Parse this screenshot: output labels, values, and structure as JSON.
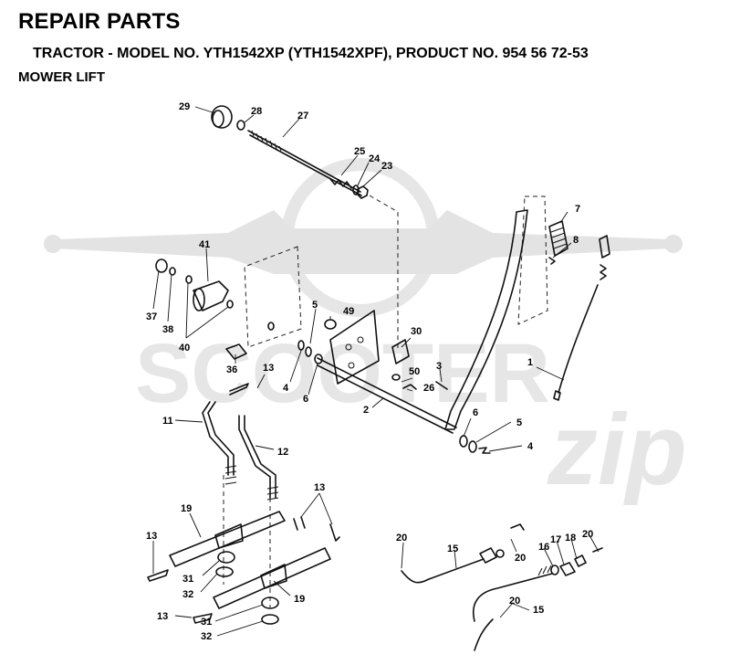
{
  "header": {
    "title": "REPAIR PARTS",
    "subtitle": "TRACTOR - MODEL NO. YTH1542XP (YTH1542XPF), PRODUCT NO. 954 56 72-53",
    "section": "MOWER LIFT"
  },
  "watermark": {
    "brand": "SCOOTER",
    "script": "zip"
  },
  "callouts": [
    {
      "id": "c29",
      "text": "29"
    },
    {
      "id": "c28",
      "text": "28"
    },
    {
      "id": "c27",
      "text": "27"
    },
    {
      "id": "c25",
      "text": "25"
    },
    {
      "id": "c24",
      "text": "24"
    },
    {
      "id": "c23",
      "text": "23"
    },
    {
      "id": "c7",
      "text": "7"
    },
    {
      "id": "c8",
      "text": "8"
    },
    {
      "id": "c41",
      "text": "41"
    },
    {
      "id": "c37",
      "text": "37"
    },
    {
      "id": "c38",
      "text": "38"
    },
    {
      "id": "c40",
      "text": "40"
    },
    {
      "id": "c5a",
      "text": "5"
    },
    {
      "id": "c49",
      "text": "49"
    },
    {
      "id": "c30",
      "text": "30"
    },
    {
      "id": "c1",
      "text": "1"
    },
    {
      "id": "c36",
      "text": "36"
    },
    {
      "id": "c13a",
      "text": "13"
    },
    {
      "id": "c4a",
      "text": "4"
    },
    {
      "id": "c6a",
      "text": "6"
    },
    {
      "id": "c50",
      "text": "50"
    },
    {
      "id": "c3",
      "text": "3"
    },
    {
      "id": "c26",
      "text": "26"
    },
    {
      "id": "c2",
      "text": "2"
    },
    {
      "id": "c6b",
      "text": "6"
    },
    {
      "id": "c5b",
      "text": "5"
    },
    {
      "id": "c4b",
      "text": "4"
    },
    {
      "id": "c11",
      "text": "11"
    },
    {
      "id": "c12",
      "text": "12"
    },
    {
      "id": "c13b",
      "text": "13"
    },
    {
      "id": "c19a",
      "text": "19"
    },
    {
      "id": "c13c",
      "text": "13"
    },
    {
      "id": "c31a",
      "text": "31"
    },
    {
      "id": "c32a",
      "text": "32"
    },
    {
      "id": "c19b",
      "text": "19"
    },
    {
      "id": "c13d",
      "text": "13"
    },
    {
      "id": "c31b",
      "text": "31"
    },
    {
      "id": "c32b",
      "text": "32"
    },
    {
      "id": "c20a",
      "text": "20"
    },
    {
      "id": "c15a",
      "text": "15"
    },
    {
      "id": "c20b",
      "text": "20"
    },
    {
      "id": "c16",
      "text": "16"
    },
    {
      "id": "c17",
      "text": "17"
    },
    {
      "id": "c18",
      "text": "18"
    },
    {
      "id": "c20c",
      "text": "20"
    },
    {
      "id": "c20d",
      "text": "20"
    },
    {
      "id": "c15b",
      "text": "15"
    }
  ]
}
